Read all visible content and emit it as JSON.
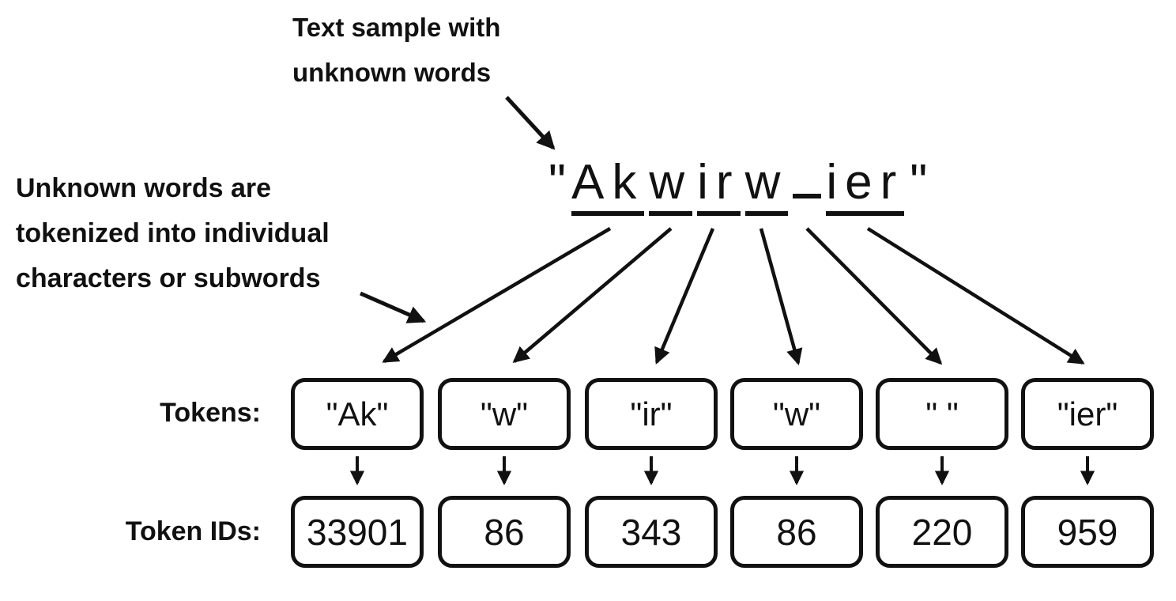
{
  "captions": {
    "top": {
      "lines": [
        "Text sample with",
        "unknown words"
      ]
    },
    "left": {
      "lines": [
        "Unknown words are",
        "tokenized into individual",
        "characters or subwords"
      ]
    }
  },
  "sample": {
    "open_quote": "\"",
    "close_quote": "\"",
    "segments": [
      {
        "text": "Ak"
      },
      {
        "text": "w"
      },
      {
        "text": "ir"
      },
      {
        "text": "w"
      },
      {
        "text": " "
      },
      {
        "text": "ier"
      }
    ]
  },
  "rows": {
    "tokens": {
      "label": "Tokens:",
      "values": [
        "\"Ak\"",
        "\"w\"",
        "\"ir\"",
        "\"w\"",
        "\" \"",
        "\"ier\""
      ]
    },
    "token_ids": {
      "label": "Token IDs:",
      "values": [
        "33901",
        "86",
        "343",
        "86",
        "220",
        "959"
      ]
    }
  },
  "colors": {
    "ink": "#111111",
    "background": "#ffffff"
  }
}
